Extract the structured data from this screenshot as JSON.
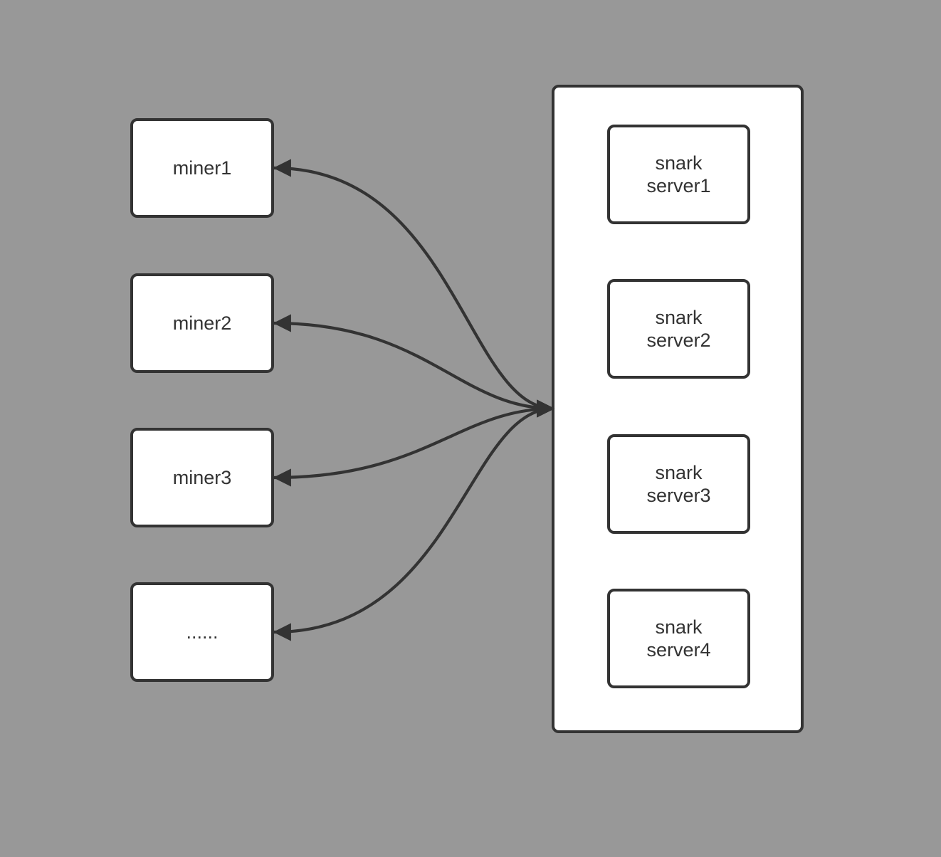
{
  "canvas": {
    "background_color": "#989898",
    "node_fill_color": "#ffffff",
    "stroke_color": "#333333",
    "text_color": "#333333"
  },
  "miners": [
    {
      "id": "miner1",
      "label": "miner1"
    },
    {
      "id": "miner2",
      "label": "miner2"
    },
    {
      "id": "miner3",
      "label": "miner3"
    },
    {
      "id": "miner-more",
      "label": "......"
    }
  ],
  "snark_cluster": {
    "servers": [
      {
        "id": "snark-server1",
        "label": "snark\nserver1"
      },
      {
        "id": "snark-server2",
        "label": "snark\nserver2"
      },
      {
        "id": "snark-server3",
        "label": "snark\nserver3"
      },
      {
        "id": "snark-server4",
        "label": "snark\nserver4"
      }
    ]
  },
  "edges": [
    {
      "from": "snark-cluster",
      "to": "miner1",
      "bidirectional": true
    },
    {
      "from": "snark-cluster",
      "to": "miner2",
      "bidirectional": true
    },
    {
      "from": "snark-cluster",
      "to": "miner3",
      "bidirectional": true
    },
    {
      "from": "snark-cluster",
      "to": "miner-more",
      "bidirectional": true
    }
  ]
}
